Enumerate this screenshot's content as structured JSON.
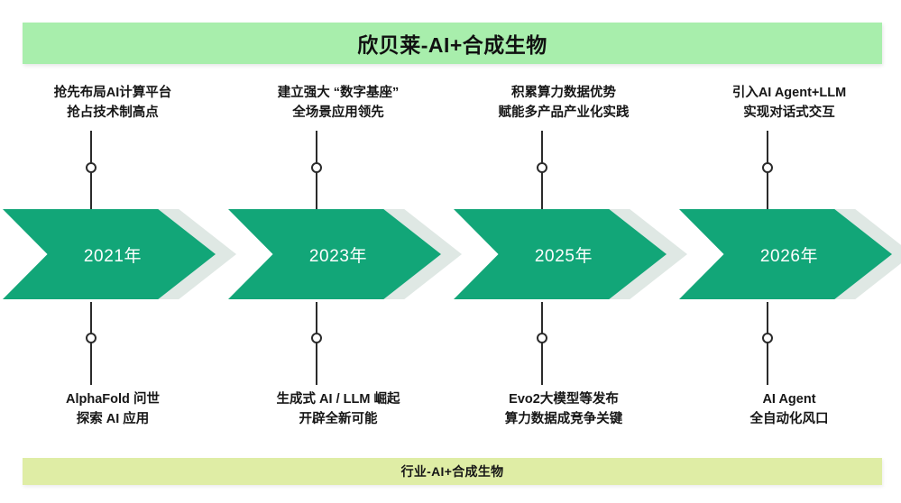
{
  "header": {
    "title": "欣贝莱-AI+合成生物",
    "background_color": "#a8eeac"
  },
  "footer": {
    "label": "行业-AI+合成生物",
    "background_color": "#dfeda5"
  },
  "theme": {
    "chevron_color": "#12a678",
    "chevron_shadow_color": "#dfe8e4",
    "connector_color": "#2b2b2b",
    "text_color": "#161616"
  },
  "timeline": {
    "milestones": [
      {
        "year": "2021年",
        "top_caption": {
          "line1": "抢先布局AI计算平台",
          "line2": "抢占技术制高点"
        },
        "bottom_caption": {
          "line1": "AlphaFold 问世",
          "line2": "探索 AI 应用"
        }
      },
      {
        "year": "2023年",
        "top_caption": {
          "line1": "建立强大 “数字基座”",
          "line2": "全场景应用领先"
        },
        "bottom_caption": {
          "line1": "生成式 AI / LLM 崛起",
          "line2": "开辟全新可能"
        }
      },
      {
        "year": "2025年",
        "top_caption": {
          "line1": "积累算力数据优势",
          "line2": "赋能多产品产业化实践"
        },
        "bottom_caption": {
          "line1": "Evo2大模型等发布",
          "line2": "算力数据成竞争关键"
        }
      },
      {
        "year": "2026年",
        "top_caption": {
          "line1": "引入AI Agent+LLM",
          "line2": "实现对话式交互"
        },
        "bottom_caption": {
          "line1": "AI Agent",
          "line2": "全自动化风口"
        }
      }
    ]
  }
}
